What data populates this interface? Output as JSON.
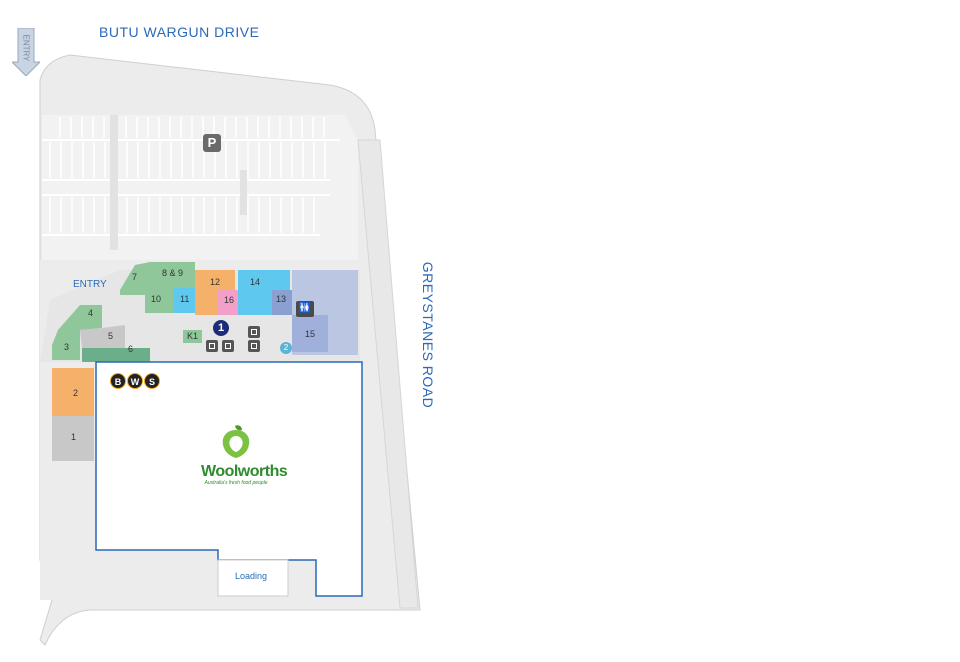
{
  "roads": {
    "north": "BUTU WARGUN DRIVE",
    "east": "GREYSTANES ROAD"
  },
  "entries": {
    "arrow_label": "ENTRY",
    "pedestrian_label": "ENTRY"
  },
  "parking": {
    "symbol": "P",
    "icon": "parking-icon"
  },
  "shops": [
    {
      "num": "1",
      "color": "#c8c8c8"
    },
    {
      "num": "2",
      "color": "#f5b06a"
    },
    {
      "num": "3",
      "color": "#8fc79a"
    },
    {
      "num": "4",
      "color": "#8fc79a"
    },
    {
      "num": "5",
      "color": "#c8c8c8"
    },
    {
      "num": "6",
      "color": "#6aaf8a"
    },
    {
      "num": "7",
      "color": "#8fc79a"
    },
    {
      "num": "8 & 9",
      "color": "#8fc79a"
    },
    {
      "num": "10",
      "color": "#8fc79a"
    },
    {
      "num": "11",
      "color": "#5fc8ee"
    },
    {
      "num": "12",
      "color": "#f5b06a"
    },
    {
      "num": "16",
      "color": "#f3a0c8"
    },
    {
      "num": "14",
      "color": "#5fc8ee"
    },
    {
      "num": "13",
      "color": "#8aa0d0"
    },
    {
      "num": "15",
      "color": "#8aa0d0"
    }
  ],
  "kiosk": "K1",
  "anchors": {
    "bws": [
      "B",
      "W",
      "S"
    ],
    "woolworths_name": "Woolworths",
    "woolworths_tagline": "Australia's fresh food people",
    "woolworths_color": "#2e8b2e"
  },
  "loading": "Loading",
  "markers": {
    "primary": "1",
    "secondary": "2"
  },
  "colors": {
    "road_label": "#2a6ab8",
    "store_outline": "#2a6ab8",
    "carpark": "#ececec"
  }
}
